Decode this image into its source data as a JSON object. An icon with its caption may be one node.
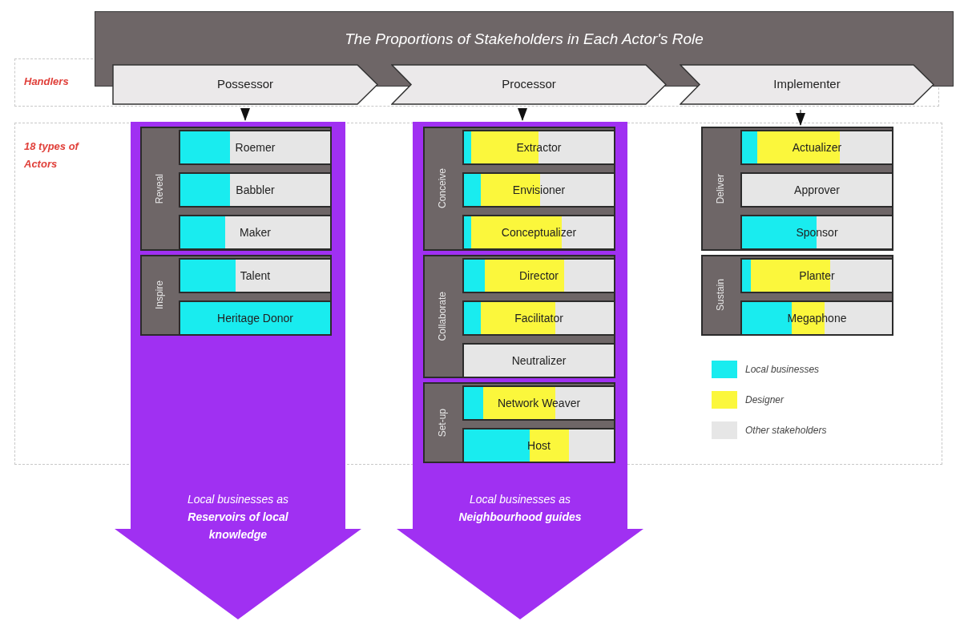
{
  "diagram": {
    "nodes": [
      {
        "text": [
          "The Proportions of Stakeholders in Each Actor's Role"
        ]
      },
      {
        "text": [
          "Possessor"
        ]
      },
      {
        "text": [
          "Processor"
        ]
      },
      {
        "text": [
          "Implementer"
        ]
      },
      {
        "text": [
          "Local businesses as **Reservoirs of local knowledge**"
        ]
      },
      {
        "text": [
          "Reveal"
        ],
        "in": 4
      },
      {
        "text": [
          "Roemer"
        ],
        "in": 5
      },
      {
        "text": [
          "Babbler"
        ],
        "in": 5
      },
      {
        "text": [
          "Maker"
        ],
        "in": 5
      },
      {
        "text": [
          "Inspire"
        ],
        "in": 4
      },
      {
        "text": [
          "Talent"
        ],
        "in": 9
      },
      {
        "text": [
          "Heritage Donor"
        ],
        "in": 9
      },
      {
        "text": [
          "Local businesses as **Neighbourhood guides**"
        ]
      },
      {
        "text": [
          "Conceive"
        ],
        "in": 12
      },
      {
        "text": [
          "Extractor"
        ],
        "in": 13
      },
      {
        "text": [
          "Envisioner"
        ],
        "in": 13
      },
      {
        "text": [
          "Conceptualizer"
        ],
        "in": 13
      },
      {
        "text": [
          "Collaborate"
        ],
        "in": 12
      },
      {
        "text": [
          "Director"
        ],
        "in": 17
      },
      {
        "text": [
          "Facilitator"
        ],
        "in": 17
      },
      {
        "text": [
          "Neutralizer"
        ],
        "in": 17
      },
      {
        "text": [
          "Set-up"
        ],
        "in": 12
      },
      {
        "text": [
          "Network Weaver"
        ],
        "in": 21
      },
      {
        "text": [
          "Host"
        ],
        "in": 21
      },
      {
        "text": [
          "Deliver"
        ]
      },
      {
        "text": [
          "Actualizer"
        ],
        "in": 24
      },
      {
        "text": [
          "Approver"
        ],
        "in": 24
      },
      {
        "text": [
          "Sponsor"
        ],
        "in": 24
      },
      {
        "text": [
          "Sustain"
        ]
      },
      {
        "text": [
          "Planter"
        ],
        "in": 28
      },
      {
        "text": [
          "Megaphone"
        ],
        "in": 28
      }
    ],
    "edges": [
      {
        "from": 1,
        "to": 4,
        "arrow": "to"
      },
      {
        "from": 2,
        "to": 12,
        "arrow": "to"
      },
      {
        "from": 3,
        "to": 24,
        "arrow": "to"
      }
    ],
    "labels": [
      "Handlers",
      "18 types of Actors"
    ],
    "legend": [
      {
        "text": "Local businesses",
        "color": "#19ecef"
      },
      {
        "text": "Designer",
        "color": "#fbf73c"
      },
      {
        "text": "Other stakeholders",
        "color": "#e6e6e6"
      }
    ]
  }
}
